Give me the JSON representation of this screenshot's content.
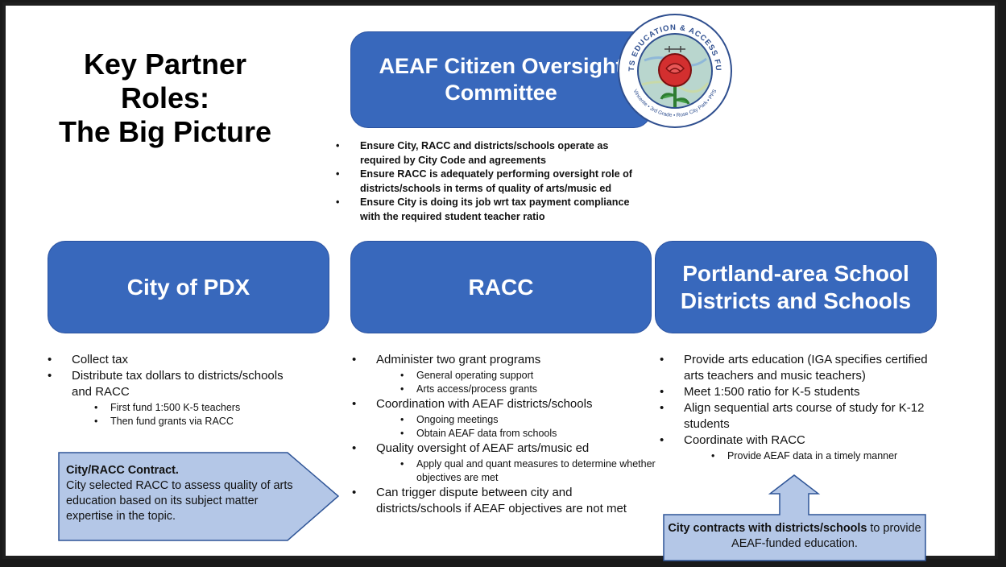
{
  "title": {
    "line1": "Key Partner Roles:",
    "line2": "The Big Picture"
  },
  "oversight": {
    "label": "AEAF Citizen Oversight Committee",
    "bullets": [
      "Ensure City, RACC and districts/schools operate as required by City Code and agreements",
      "Ensure RACC is adequately performing oversight role of districts/schools in terms of quality of arts/music ed",
      "Ensure City is doing its job wrt tax payment compliance with the required student teacher ratio"
    ]
  },
  "logo": {
    "ring_text": "ARTS EDUCATION & ACCESS FUND",
    "bottom_text": "Vincente • 3rd Grade • Rose City Park • PPS"
  },
  "city": {
    "label": "City of PDX",
    "bullets": [
      {
        "text": "Collect tax",
        "sub": []
      },
      {
        "text": "Distribute tax dollars to districts/schools and RACC",
        "sub": [
          "First fund 1:500 K-5 teachers",
          "Then fund grants via RACC"
        ]
      }
    ]
  },
  "racc": {
    "label": "RACC",
    "bullets": [
      {
        "text": "Administer two grant programs",
        "sub": [
          "General operating support",
          "Arts access/process grants"
        ]
      },
      {
        "text": "Coordination with AEAF districts/schools",
        "sub": [
          "Ongoing meetings",
          "Obtain AEAF data from schools"
        ]
      },
      {
        "text": "Quality oversight of AEAF arts/music ed",
        "sub": [
          "Apply qual and quant measures to determine whether objectives are met"
        ]
      },
      {
        "text": "Can trigger dispute between city and districts/schools if AEAF objectives are not met",
        "sub": []
      }
    ]
  },
  "schools": {
    "label": "Portland-area School Districts and Schools",
    "bullets": [
      {
        "text": "Provide arts education (IGA specifies certified arts teachers and music teachers)",
        "sub": []
      },
      {
        "text": "Meet 1:500 ratio for K-5 students",
        "sub": []
      },
      {
        "text": "Align sequential arts course of study for K-12 students",
        "sub": []
      },
      {
        "text": "Coordinate with RACC",
        "sub": [
          "Provide AEAF data in a timely manner"
        ]
      }
    ]
  },
  "contract_left": {
    "heading": "City/RACC Contract.",
    "body": "City selected RACC to assess quality of arts education based on its subject matter expertise in the topic."
  },
  "contract_right": {
    "bold": "City contracts with districts/schools",
    "rest": " to provide AEAF-funded education."
  },
  "colors": {
    "box_fill": "#3868bc",
    "callout_fill": "#b4c7e7",
    "callout_stroke": "#2f5597"
  }
}
